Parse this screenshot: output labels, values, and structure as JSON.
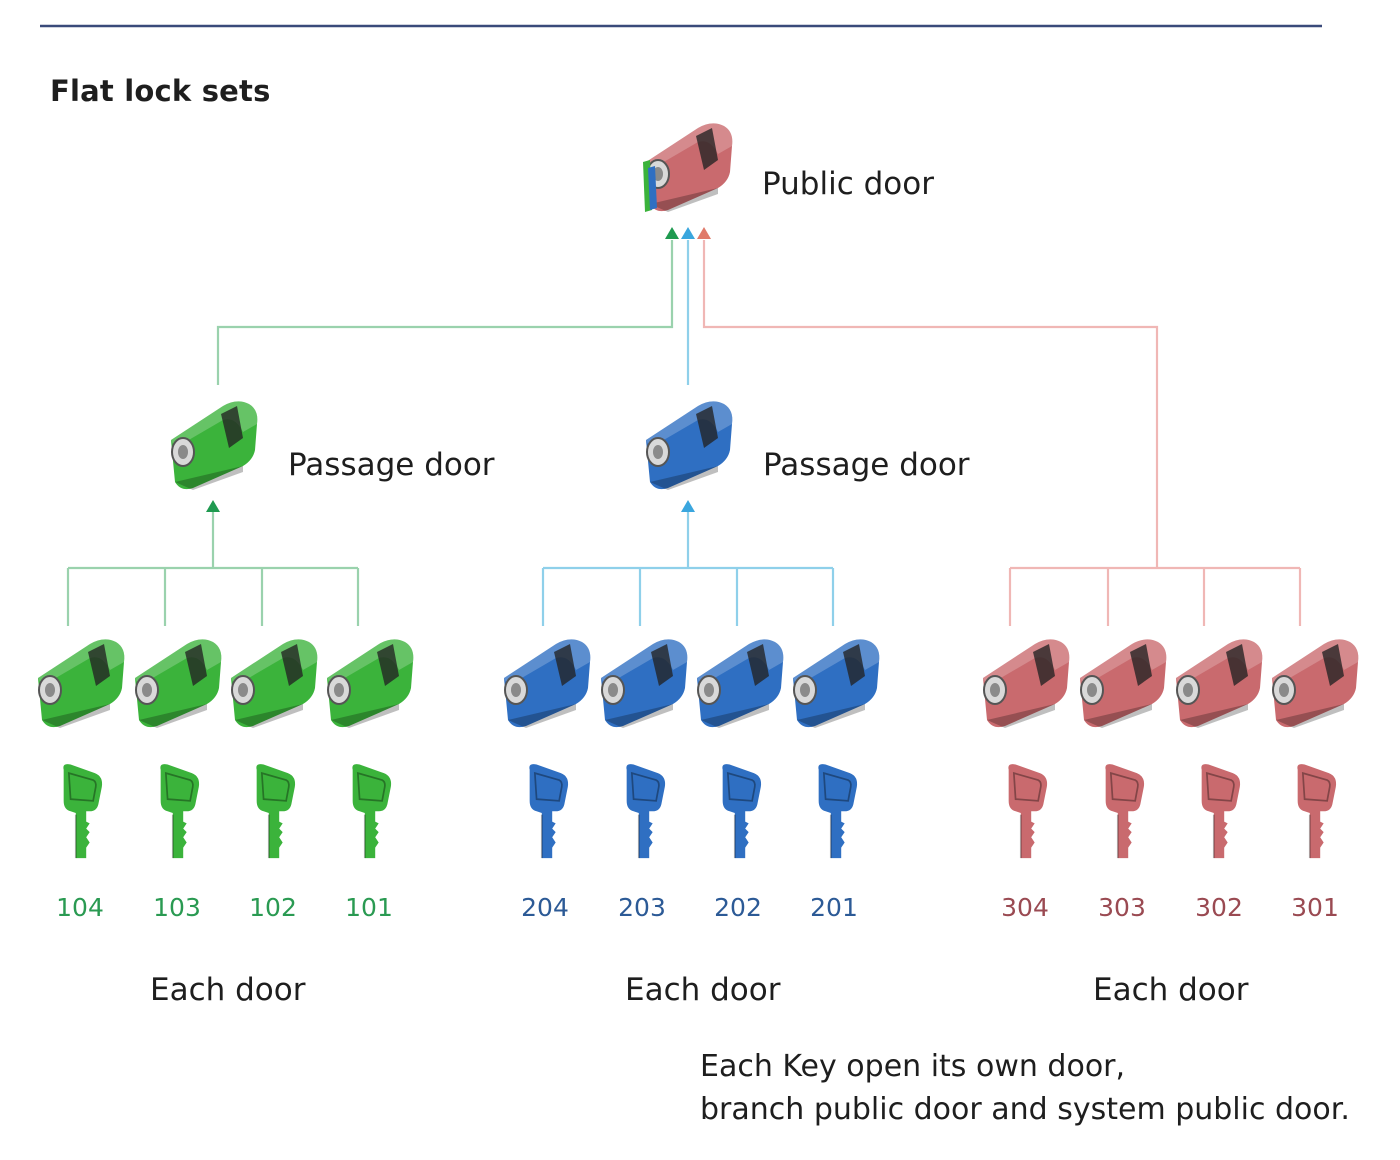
{
  "title": "Flat lock sets",
  "top_node": {
    "label": "Public door"
  },
  "groups": [
    {
      "color": "#3bb33b",
      "dark": "#1e7a24",
      "line": "#9ad2ad",
      "text": "#2a9a52",
      "arrow": "#1f9a50",
      "passage_label": "Passage door",
      "numbers": [
        "104",
        "103",
        "102",
        "101"
      ],
      "each_label": "Each door"
    },
    {
      "color": "#2f6fc2",
      "dark": "#1b3f82",
      "line": "#8fd0ea",
      "text": "#2c5a96",
      "arrow": "#3aa6de",
      "passage_label": "Passage door",
      "numbers": [
        "204",
        "203",
        "202",
        "201"
      ],
      "each_label": "Each door"
    },
    {
      "color": "#c96a6e",
      "dark": "#8a3c40",
      "line": "#f0b7b5",
      "text": "#9a4a52",
      "arrow": "#e07a6a",
      "numbers": [
        "304",
        "303",
        "302",
        "301"
      ],
      "each_label": "Each door"
    }
  ],
  "note": {
    "line1": "Each Key open its own door,",
    "line2": "branch public door and system public door."
  }
}
